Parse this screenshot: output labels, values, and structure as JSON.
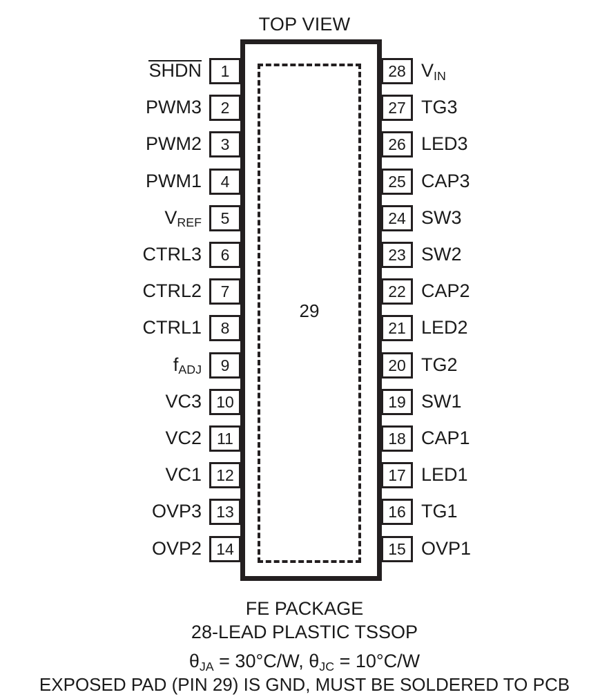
{
  "title": "TOP VIEW",
  "package": {
    "exposed_pad_number": "29",
    "name": "FE PACKAGE",
    "lead_description": "28-LEAD PLASTIC TSSOP",
    "theta_ja_label": "θ",
    "theta_ja_sub": "JA",
    "theta_ja_value": " = 30°C/W, ",
    "theta_jc_label": "θ",
    "theta_jc_sub": "JC",
    "theta_jc_value": " = 10°C/W",
    "exposed_pad_note": "EXPOSED PAD (PIN 29) IS GND, MUST BE SOLDERED TO PCB"
  },
  "pins_left": [
    {
      "number": "1",
      "label": "SHDN",
      "overline": true
    },
    {
      "number": "2",
      "label": "PWM3"
    },
    {
      "number": "3",
      "label": "PWM2"
    },
    {
      "number": "4",
      "label": "PWM1"
    },
    {
      "number": "5",
      "label": "V",
      "sub": "REF"
    },
    {
      "number": "6",
      "label": "CTRL3"
    },
    {
      "number": "7",
      "label": "CTRL2"
    },
    {
      "number": "8",
      "label": "CTRL1"
    },
    {
      "number": "9",
      "label": "f",
      "sub": "ADJ"
    },
    {
      "number": "10",
      "label": "VC3"
    },
    {
      "number": "11",
      "label": "VC2"
    },
    {
      "number": "12",
      "label": "VC1"
    },
    {
      "number": "13",
      "label": "OVP3"
    },
    {
      "number": "14",
      "label": "OVP2"
    }
  ],
  "pins_right": [
    {
      "number": "28",
      "label": "V",
      "sub": "IN"
    },
    {
      "number": "27",
      "label": "TG3"
    },
    {
      "number": "26",
      "label": "LED3"
    },
    {
      "number": "25",
      "label": "CAP3"
    },
    {
      "number": "24",
      "label": "SW3"
    },
    {
      "number": "23",
      "label": "SW2"
    },
    {
      "number": "22",
      "label": "CAP2"
    },
    {
      "number": "21",
      "label": "LED2"
    },
    {
      "number": "20",
      "label": "TG2"
    },
    {
      "number": "19",
      "label": "SW1"
    },
    {
      "number": "18",
      "label": "CAP1"
    },
    {
      "number": "17",
      "label": "LED1"
    },
    {
      "number": "16",
      "label": "TG1"
    },
    {
      "number": "15",
      "label": "OVP1"
    }
  ]
}
